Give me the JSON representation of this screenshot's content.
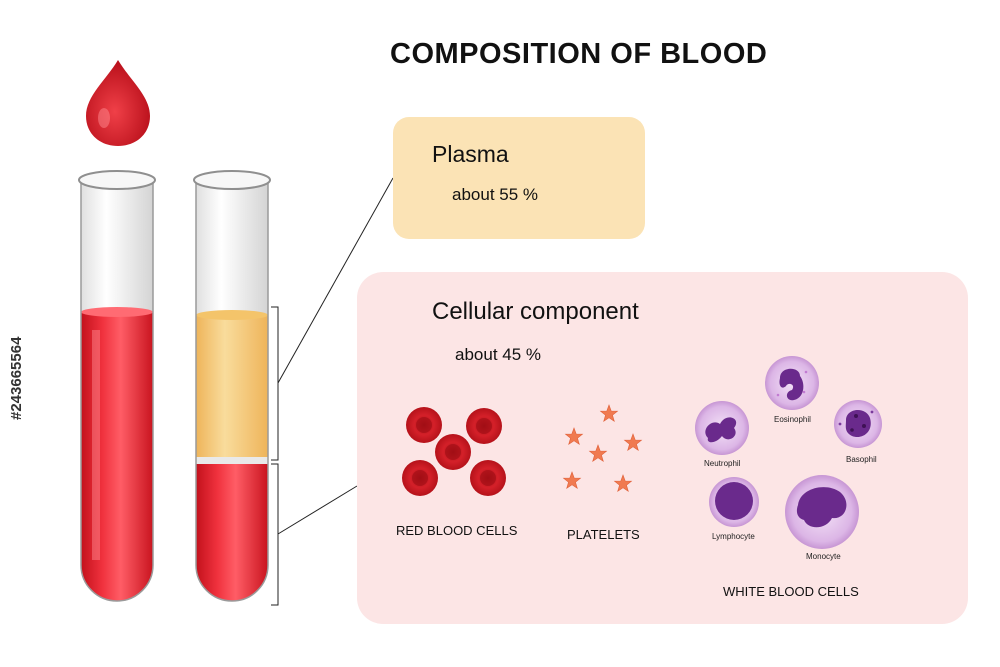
{
  "title": "COMPOSITION OF BLOOD",
  "plasma": {
    "label": "Plasma",
    "value": "about 55 %"
  },
  "cellular": {
    "label": "Cellular component",
    "value": "about 45 %"
  },
  "groups": {
    "red": "RED BLOOD CELLS",
    "platelets": "PLATELETS",
    "white": "WHITE BLOOD CELLS"
  },
  "wbc_types": {
    "neutrophil": "Neutrophil",
    "eosinophil": "Eosinophil",
    "basophil": "Basophil",
    "lymphocyte": "Lymphocyte",
    "monocyte": "Monocyte"
  },
  "watermark": "#243665564",
  "colors": {
    "blood": "#e2222f",
    "plasma": "#f6c978",
    "plasma_box": "#fbe3b5",
    "cell_box": "#fce5e5",
    "rbc": "#c9161e",
    "platelet": "#f07a50",
    "wbc_cytoplasm": "#e6c6ef",
    "wbc_nucleus": "#6a2a8c"
  }
}
